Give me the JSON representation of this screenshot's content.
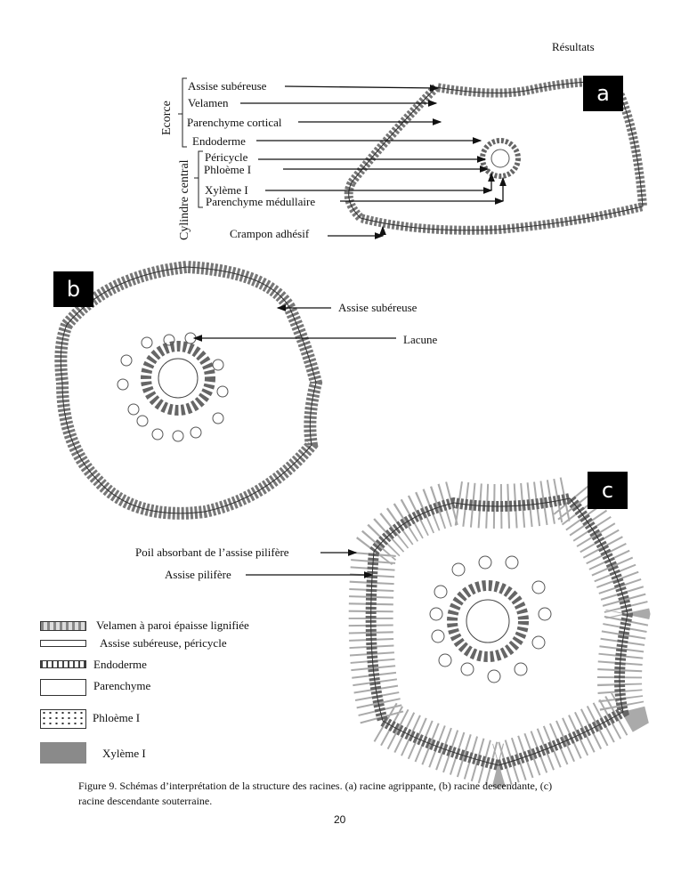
{
  "header": {
    "section": "Résultats"
  },
  "figure_a": {
    "panel": "a",
    "group_ecorce": "Ecorce",
    "group_cylindre": "Cylindre central",
    "labels": [
      "Assise subéreuse",
      "Velamen",
      "Parenchyme cortical",
      "Endoderme",
      "Péricycle",
      "Phloème I",
      "Xylème I",
      "Parenchyme médullaire",
      "Crampon adhésif"
    ]
  },
  "figure_b": {
    "panel": "b",
    "labels": [
      "Assise subéreuse",
      "Lacune"
    ]
  },
  "figure_c": {
    "panel": "c",
    "labels": [
      "Poil absorbant de l’assise pilifère",
      "Assise pilifère"
    ]
  },
  "legend": [
    "Velamen à paroi épaisse lignifiée",
    "Assise subéreuse, péricycle",
    "Endoderme",
    "Parenchyme",
    "Phloème I",
    "Xylème I"
  ],
  "caption": {
    "line1": "Figure 9. Schémas d’interprétation de la structure des racines. (a) racine agrippante, (b) racine descendante, (c)",
    "line2": "racine descendante souterraine."
  },
  "page_number": "20"
}
